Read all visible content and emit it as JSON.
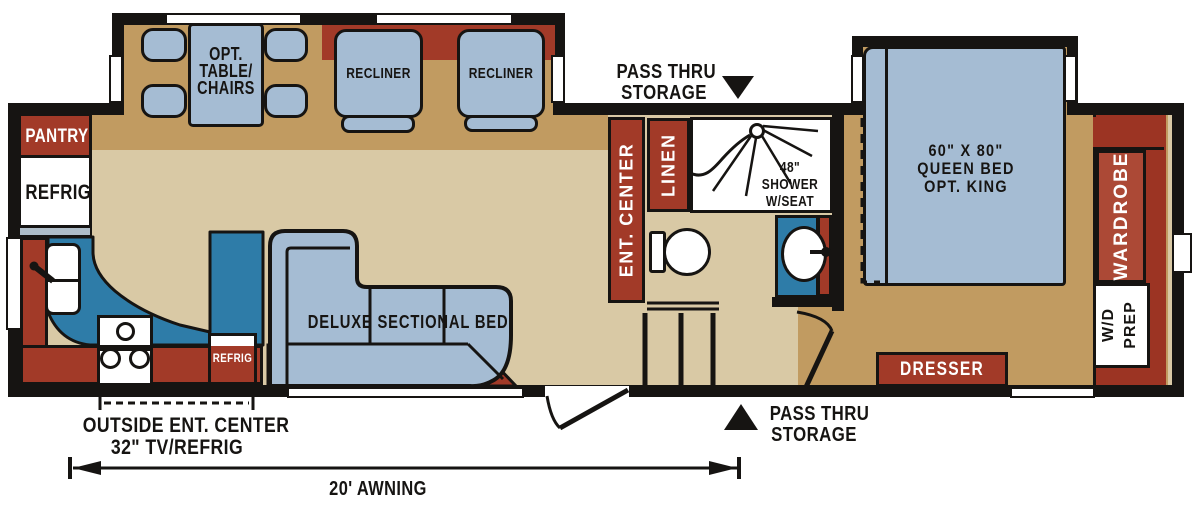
{
  "floorplan": {
    "title": "fifth-wheel RV floor plan",
    "front_kitchen": {
      "pantry": "PANTRY",
      "refrigerator": "REFRIG",
      "counter_refrigerator": "REFRIG"
    },
    "dinette": {
      "line1": "OPT.",
      "line2": "TABLE/",
      "line3": "CHAIRS"
    },
    "living": {
      "recliner_left": "RECLINER",
      "recliner_right": "RECLINER",
      "sectional": "DELUXE SECTIONAL BED"
    },
    "bathroom": {
      "ent_center": "ENT. CENTER",
      "linen": "LINEN",
      "shower_line1": "48\"",
      "shower_line2": "SHOWER",
      "shower_line3": "W/SEAT"
    },
    "bedroom": {
      "bed_line1": "60\" X 80\"",
      "bed_line2": "QUEEN BED",
      "bed_line3": "OPT. KING",
      "wardrobe": "WARDROBE",
      "wd_prep_line1": "W/D",
      "wd_prep_line2": "PREP",
      "dresser": "DRESSER"
    },
    "callouts": {
      "pass_thru_top_line1": "PASS THRU",
      "pass_thru_top_line2": "STORAGE",
      "pass_thru_bottom_line1": "PASS THRU",
      "pass_thru_bottom_line2": "STORAGE",
      "outside_line1": "OUTSIDE ENT. CENTER",
      "outside_line2": "32\" TV/REFRIG",
      "awning": "20' AWNING"
    },
    "colors": {
      "wall": "#161412",
      "floor_light": "#D9C9A5",
      "floor_dark": "#C19B61",
      "furniture_red": "#A23A28",
      "furniture_red_light": "#AC4936",
      "furniture_blue": "#A5BCD3",
      "counter_blue": "#2E7CA8",
      "counter_gray": "#AEBDC9",
      "white": "#FFFFFF"
    }
  }
}
